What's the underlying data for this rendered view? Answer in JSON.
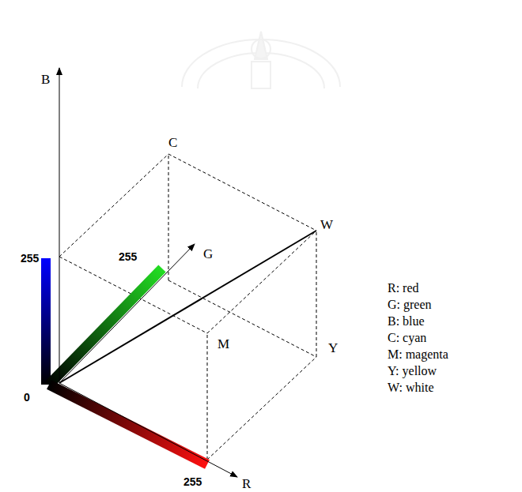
{
  "diagram": {
    "labels": [
      "C",
      "B",
      "W",
      "255",
      "255",
      "G",
      "M",
      "Y",
      "0",
      "255",
      "R"
    ],
    "legend": [
      {
        "text": "R: red"
      },
      {
        "text": "G: green"
      },
      {
        "text": "B: blue"
      },
      {
        "text": "C: cyan"
      },
      {
        "text": "M: magenta"
      },
      {
        "text": "Y: yellow"
      },
      {
        "text": "W: white"
      }
    ]
  }
}
